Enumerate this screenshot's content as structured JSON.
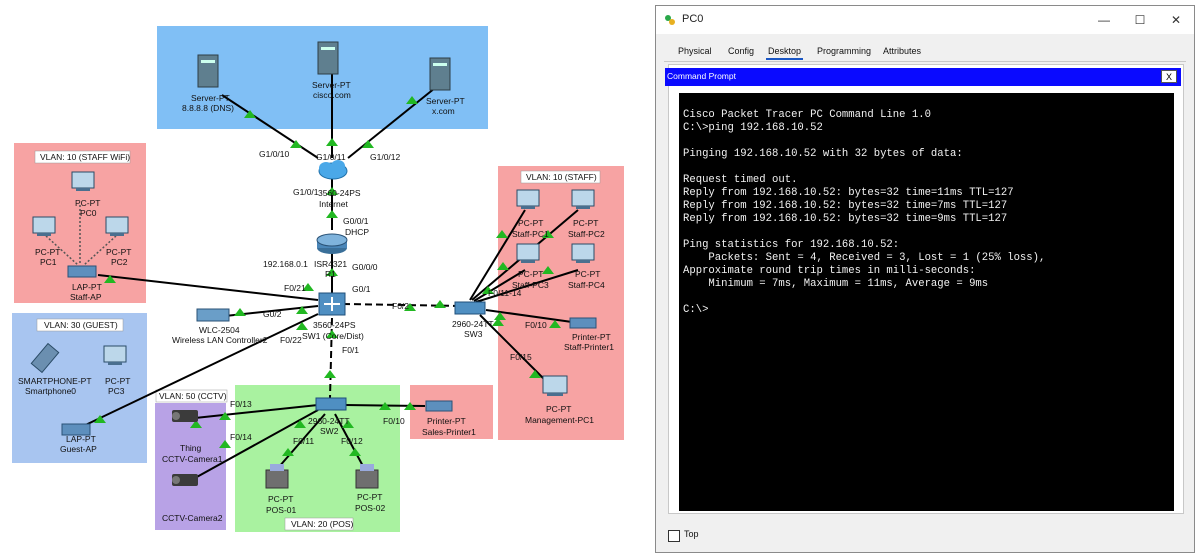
{
  "topology": {
    "zones": {
      "servers": "",
      "staff_wifi": "VLAN: 10 (STAFF WiFi)",
      "guest": "VLAN: 30 (GUEST)",
      "staff": "VLAN: 10 (STAFF)",
      "cctv": "VLAN: 50 (CCTV)",
      "pos": "VLAN: 20 (POS)"
    },
    "devices": {
      "server1": [
        "Server-PT",
        "8.8.8.8 (DNS)"
      ],
      "server2": [
        "Server-PT",
        "cisco.com"
      ],
      "server3": [
        "Server-PT",
        "x.com"
      ],
      "cloud": [
        "3560-24PS",
        "Internet"
      ],
      "router": [
        "ISR4321",
        "R1"
      ],
      "sw1": [
        "3560-24PS",
        "SW1 (Core/Dist)"
      ],
      "wlc": [
        "WLC-2504",
        "Wireless LAN Controller2"
      ],
      "pc0": [
        "PC-PT",
        "PC0"
      ],
      "pc1": [
        "PC-PT",
        "PC1"
      ],
      "pc2": [
        "PC-PT",
        "PC2"
      ],
      "staff_ap": [
        "LAP-PT",
        "Staff-AP"
      ],
      "smartphone": [
        "SMARTPHONE-PT",
        "Smartphone0"
      ],
      "pc3": [
        "PC-PT",
        "PC3"
      ],
      "guest_ap": [
        "LAP-PT",
        "Guest-AP"
      ],
      "sw3": [
        "2960-24TT",
        "SW3"
      ],
      "staff_pc1": [
        "PC-PT",
        "Staff-PC1"
      ],
      "staff_pc2": [
        "PC-PT",
        "Staff-PC2"
      ],
      "staff_pc3": [
        "PC-PT",
        "Staff-PC3"
      ],
      "staff_pc4": [
        "PC-PT",
        "Staff-PC4"
      ],
      "staff_printer": [
        "Printer-PT",
        "Staff-Printer1"
      ],
      "mgmt_pc": [
        "PC-PT",
        "Management-PC1"
      ],
      "sw2": [
        "2960-24TT",
        "SW2"
      ],
      "sales_printer": [
        "Printer-PT",
        "Sales-Printer1"
      ],
      "cam1": [
        "Thing",
        "CCTV-Camera1"
      ],
      "cam2": [
        "",
        "CCTV-Camera2"
      ],
      "pos1": [
        "PC-PT",
        "POS-01"
      ],
      "pos2": [
        "PC-PT",
        "POS-02"
      ]
    },
    "ports": {
      "g1010": "G1/0/10",
      "g1011": "G1/0/11",
      "g1012": "G1/0/12",
      "g101": "G1/0/1",
      "g001": "G0/0/1",
      "dhcp": "DHCP",
      "ip": "192.168.0.1",
      "g000": "G0/0/0",
      "f021": "F0/21",
      "g01": "G0/1",
      "g02": "G0/2",
      "f02": "F0/2",
      "f022": "F0/22",
      "f01": "F0/1",
      "f01114": "F0/11-14",
      "f010a": "F0/10",
      "f015": "F0/15",
      "f013": "F0/13",
      "f014": "F0/14",
      "f011": "F0/11",
      "f012": "F0/12",
      "f010b": "F0/10"
    }
  },
  "window": {
    "title": "PC0",
    "controls": {
      "minimize": "—",
      "maximize": "☐",
      "close": "✕"
    },
    "tabs": [
      "Physical",
      "Config",
      "Desktop",
      "Programming",
      "Attributes"
    ],
    "active_tab": "Desktop",
    "command_prompt_title": "Command Prompt",
    "command_prompt_close": "X",
    "terminal_text": "Cisco Packet Tracer PC Command Line 1.0\nC:\\>ping 192.168.10.52\n\nPinging 192.168.10.52 with 32 bytes of data:\n\nRequest timed out.\nReply from 192.168.10.52: bytes=32 time=11ms TTL=127\nReply from 192.168.10.52: bytes=32 time=7ms TTL=127\nReply from 192.168.10.52: bytes=32 time=9ms TTL=127\n\nPing statistics for 192.168.10.52:\n    Packets: Sent = 4, Received = 3, Lost = 1 (25% loss),\nApproximate round trip times in milli-seconds:\n    Minimum = 7ms, Maximum = 11ms, Average = 9ms\n\nC:\\>",
    "top_checkbox_label": "Top",
    "top_checked": false
  },
  "colors": {
    "server_zone": "#80bff5",
    "red_zone": "#f7a3a3",
    "blue_zone": "#a8c5f0",
    "cctv_zone": "#b8a2e6",
    "pos_zone": "#a9f2a0",
    "link_black": "#000000",
    "link_green": "#22b822",
    "title_blue": "#0a0aff"
  }
}
